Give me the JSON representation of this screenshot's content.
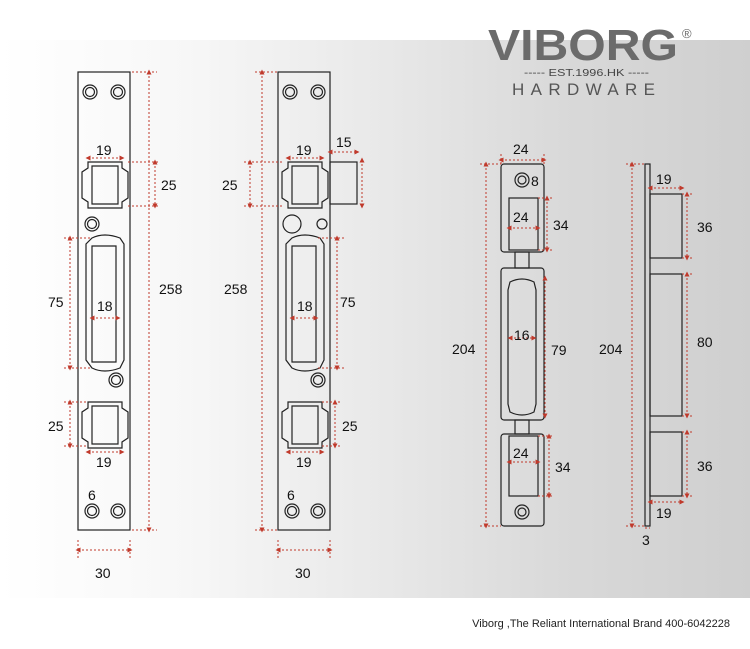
{
  "brand": {
    "name": "VIBORG",
    "registered": "®",
    "established": "----- EST.1996.HK -----",
    "tagline": "HARDWARE"
  },
  "footer": {
    "text": "Viborg ,The Reliant International Brand 400-6042228"
  },
  "drawings": {
    "strike_plate_left": {
      "dims": {
        "width": "30",
        "length": "258",
        "top_slot_w": "19",
        "top_slot_h": "25",
        "mid_slot_w": "18",
        "mid_slot_h": "75",
        "bottom_slot_h": "25",
        "bottom_slot_w": "19",
        "hole": "6"
      }
    },
    "strike_plate_right": {
      "dims": {
        "width": "30",
        "length": "258",
        "top_slot_w": "19",
        "top_slot_h": "25",
        "tab": "15",
        "mid_slot_w": "18",
        "mid_slot_h": "75",
        "bottom_slot_h": "25",
        "bottom_slot_w": "19",
        "hole": "6"
      }
    },
    "strike_front": {
      "dims": {
        "width": "24",
        "hole": "8",
        "top_slot_w": "24",
        "top_slot_h": "34",
        "length": "204",
        "mid_slot_w": "16",
        "mid_slot_h": "79",
        "bottom_slot_w": "24",
        "bottom_slot_h": "34"
      }
    },
    "strike_side": {
      "dims": {
        "length": "204",
        "top_box_w": "19",
        "top_box_h": "36",
        "mid_box_h": "80",
        "bottom_box_h": "36",
        "bottom_box_w": "19",
        "thickness": "3"
      }
    }
  },
  "colors": {
    "outline": "#222222",
    "dimension_line": "#c0392b",
    "brand_dark": "#6b6b6b"
  }
}
